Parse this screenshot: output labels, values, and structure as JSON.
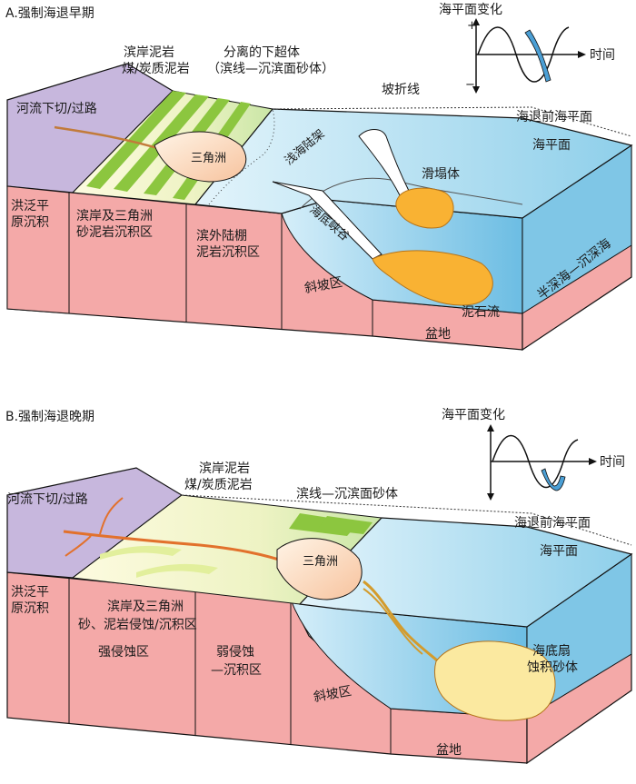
{
  "panel_a": {
    "title": "A.强制海退早期",
    "sea_level_change": "海平面变化",
    "plus": "+",
    "minus": "−",
    "time": "时间",
    "labels": {
      "coastal_mudstone": "滨岸泥岩",
      "coal_mudstone": "煤/炭质泥岩",
      "detached_downlap": "分离的下超体",
      "shoreface_sand": "（滨线—沉滨面砂体）",
      "river_incision": "河流下切/过路",
      "break_line": "坡折线",
      "pre_regression_sea_level": "海退前海平面",
      "sea_level": "海平面",
      "delta": "三角洲",
      "shallow_shelf": "浅海陆架",
      "slump": "滑塌体",
      "canyon": "海底峡谷",
      "floodplain_1": "洪泛平",
      "floodplain_2": "原沉积",
      "coastal_delta_1": "滨岸及三角洲",
      "coastal_delta_2": "砂泥岩沉积区",
      "offshore_1": "滨外陆棚",
      "offshore_2": "泥岩沉积区",
      "slope": "斜坡区",
      "mud_flow": "泥石流",
      "basin": "盆地",
      "deep_sea": "半深海—沉深海"
    }
  },
  "panel_b": {
    "title": "B.强制海退晚期",
    "sea_level_change": "海平面变化",
    "time": "时间",
    "labels": {
      "coastal_mudstone": "滨岸泥岩",
      "coal_mudstone": "煤/炭质泥岩",
      "shoreface_sand": "滨线—沉滨面砂体",
      "river_incision": "河流下切/过路",
      "pre_regression_sea_level": "海退前海平面",
      "sea_level": "海平面",
      "delta": "三角洲",
      "floodplain_1": "洪泛平",
      "floodplain_2": "原沉积",
      "coastal_delta_1": "滨岸及三角洲",
      "coastal_delta_2": "砂、泥岩侵蚀/沉积区",
      "strong_erosion": "强侵蚀区",
      "weak_erosion_1": "弱侵蚀",
      "weak_erosion_2": "—沉积区",
      "submarine_fan_1": "海底扇",
      "submarine_fan_2": "蚀积砂体",
      "slope": "斜坡区",
      "basin": "盆地"
    }
  },
  "colors": {
    "pink": "#f4a9a8",
    "purple": "#c7b7dd",
    "green": "#8cc63f",
    "cream": "#fbf3c0",
    "sea": "#bfe3f2",
    "sea_deep": "#7fc6e6",
    "orange": "#f9b233",
    "sine_hl": "#4b9fd5"
  }
}
